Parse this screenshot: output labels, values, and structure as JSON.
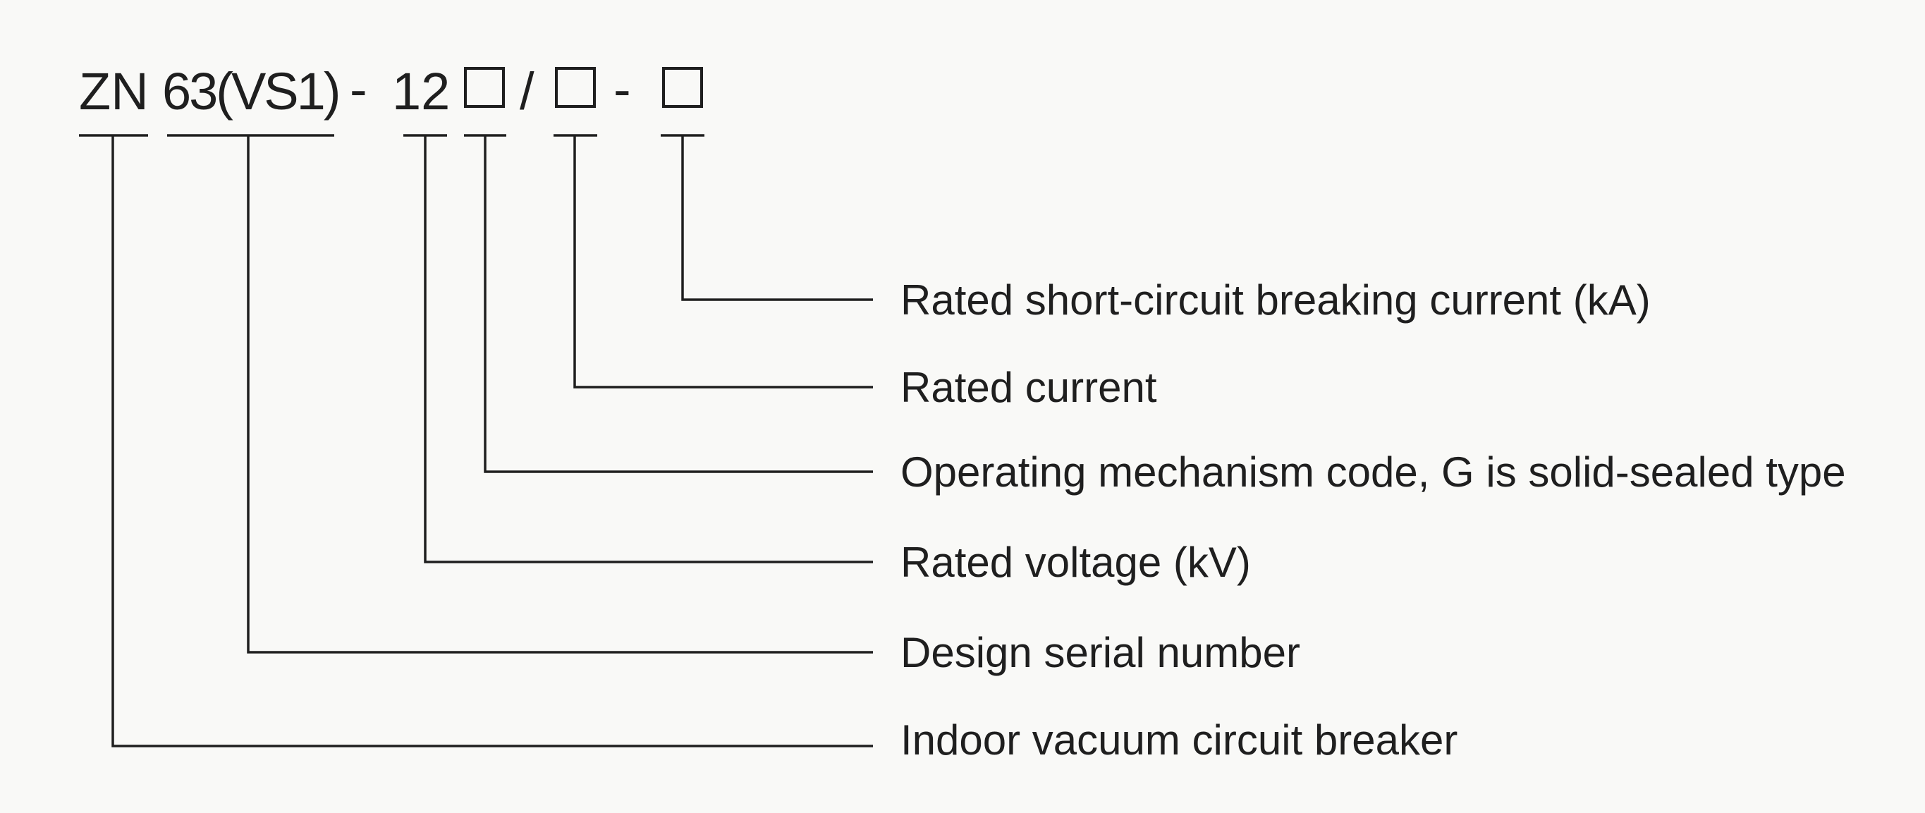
{
  "model_code": {
    "prefix": "ZN",
    "series": "63(VS1)",
    "dash_1": "-",
    "voltage": "12",
    "slash": "/",
    "dash_2": "-"
  },
  "fields": [
    {
      "label": "Rated short-circuit breaking current (kA)"
    },
    {
      "label": "Rated current"
    },
    {
      "label": "Operating mechanism code, G is solid-sealed type"
    },
    {
      "label": "Rated voltage (kV)"
    },
    {
      "label": "Design serial number"
    },
    {
      "label": "Indoor vacuum circuit breaker"
    }
  ]
}
